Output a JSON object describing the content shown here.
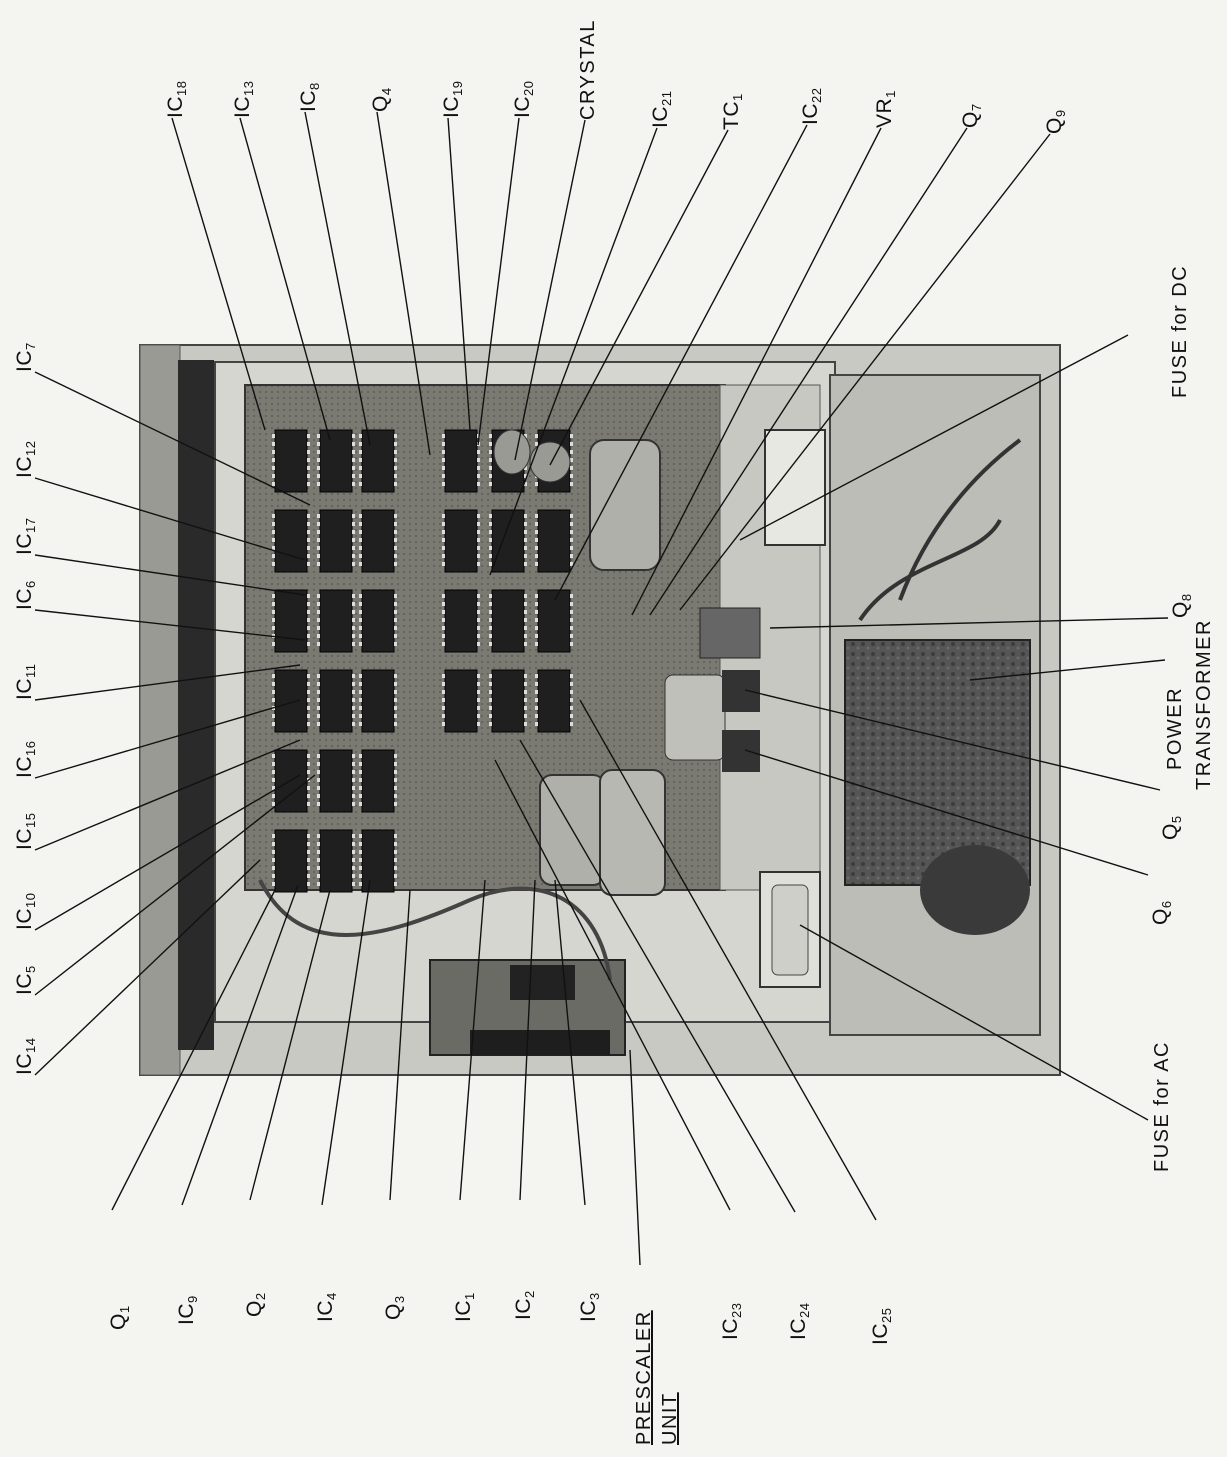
{
  "figure": {
    "callouts_top": [
      {
        "id": "ic7",
        "base": "IC",
        "sub": "7"
      },
      {
        "id": "ic12",
        "base": "IC",
        "sub": "12"
      },
      {
        "id": "ic17",
        "base": "IC",
        "sub": "17"
      },
      {
        "id": "ic6",
        "base": "IC",
        "sub": "6"
      },
      {
        "id": "ic11",
        "base": "IC",
        "sub": "11"
      },
      {
        "id": "ic16",
        "base": "IC",
        "sub": "16"
      },
      {
        "id": "ic15",
        "base": "IC",
        "sub": "15"
      },
      {
        "id": "ic10",
        "base": "IC",
        "sub": "10"
      },
      {
        "id": "ic5",
        "base": "IC",
        "sub": "5"
      },
      {
        "id": "ic14",
        "base": "IC",
        "sub": "14"
      }
    ],
    "callouts_right_top": [
      {
        "id": "ic18",
        "base": "IC",
        "sub": "18"
      },
      {
        "id": "ic13",
        "base": "IC",
        "sub": "13"
      },
      {
        "id": "ic8",
        "base": "IC",
        "sub": "8"
      },
      {
        "id": "q4",
        "base": "Q",
        "sub": "4"
      },
      {
        "id": "ic19",
        "base": "IC",
        "sub": "19"
      },
      {
        "id": "ic20",
        "base": "IC",
        "sub": "20"
      },
      {
        "id": "crystal",
        "base": "CRYSTAL",
        "sub": ""
      },
      {
        "id": "ic21",
        "base": "IC",
        "sub": "21"
      },
      {
        "id": "tc1",
        "base": "TC",
        "sub": "1"
      },
      {
        "id": "ic22",
        "base": "IC",
        "sub": "22"
      },
      {
        "id": "vr1",
        "base": "VR",
        "sub": "1"
      },
      {
        "id": "q7",
        "base": "Q",
        "sub": "7"
      },
      {
        "id": "q9",
        "base": "Q",
        "sub": "9"
      }
    ],
    "callouts_right_side": [
      {
        "id": "fuse-dc",
        "text": "FUSE for DC"
      },
      {
        "id": "q8",
        "base": "Q",
        "sub": "8"
      },
      {
        "id": "power-transformer",
        "line1": "POWER",
        "line2": "TRANSFORMER"
      },
      {
        "id": "q5",
        "base": "Q",
        "sub": "5"
      },
      {
        "id": "q6",
        "base": "Q",
        "sub": "6"
      },
      {
        "id": "fuse-ac",
        "text": "FUSE for AC"
      }
    ],
    "callouts_bottom": [
      {
        "id": "q1",
        "base": "Q",
        "sub": "1"
      },
      {
        "id": "ic9",
        "base": "IC",
        "sub": "9"
      },
      {
        "id": "q2",
        "base": "Q",
        "sub": "2"
      },
      {
        "id": "ic4",
        "base": "IC",
        "sub": "4"
      },
      {
        "id": "q3",
        "base": "Q",
        "sub": "3"
      },
      {
        "id": "ic1",
        "base": "IC",
        "sub": "1"
      },
      {
        "id": "ic2",
        "base": "IC",
        "sub": "2"
      },
      {
        "id": "ic3",
        "base": "IC",
        "sub": "3"
      },
      {
        "id": "ic23",
        "base": "IC",
        "sub": "23"
      },
      {
        "id": "ic24",
        "base": "IC",
        "sub": "24"
      },
      {
        "id": "ic25",
        "base": "IC",
        "sub": "25"
      }
    ],
    "prescaler": {
      "line1": "PRESCALER",
      "line2": "UNIT"
    }
  }
}
